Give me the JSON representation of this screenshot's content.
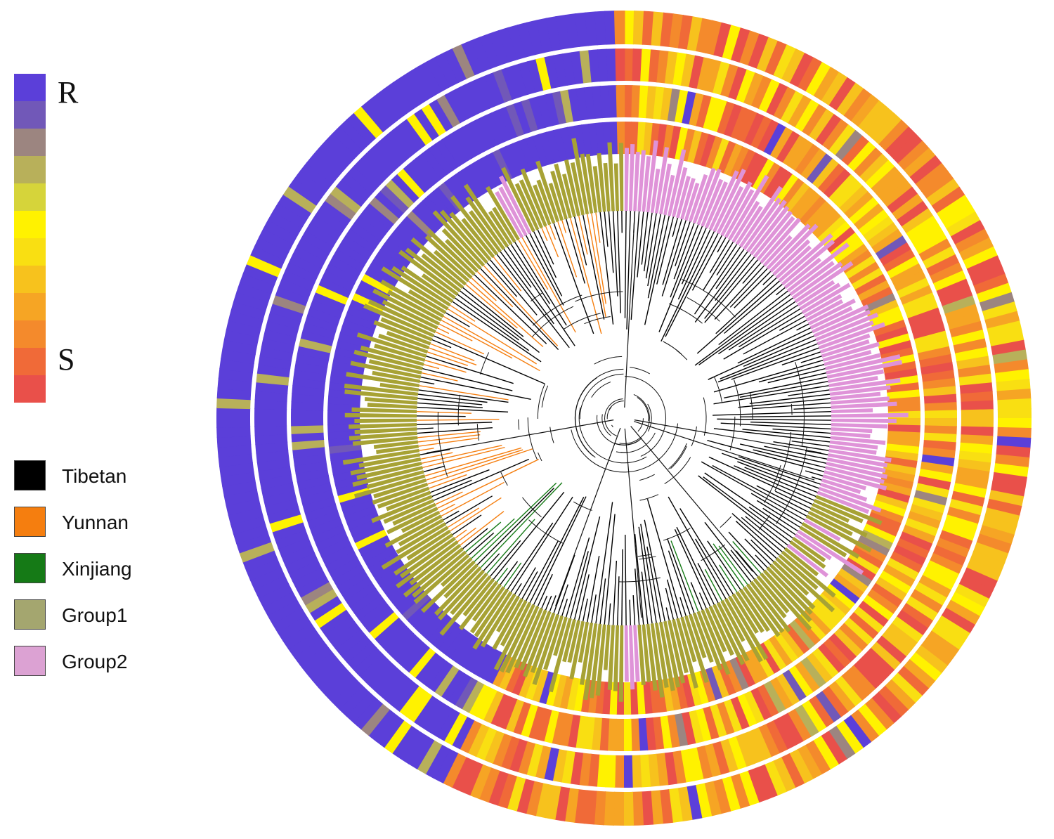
{
  "scale": {
    "top_label": "R",
    "bottom_label": "S",
    "colors": [
      "#5b3fd9",
      "#7158b8",
      "#9c8580",
      "#b8b05a",
      "#d6d43a",
      "#fff200",
      "#f9df12",
      "#f7c21d",
      "#f6a524",
      "#f48a2c",
      "#f06a38",
      "#e9504a"
    ]
  },
  "legend": [
    {
      "label": "Tibetan",
      "color": "#000000"
    },
    {
      "label": "Yunnan",
      "color": "#f57e0f"
    },
    {
      "label": "Xinjiang",
      "color": "#157a16"
    },
    {
      "label": "Group1",
      "color": "#a4a66f"
    },
    {
      "label": "Group2",
      "color": "#dca2d3"
    }
  ],
  "colors": {
    "Tibetan": "#000000",
    "Yunnan": "#f57e0f",
    "Xinjiang": "#157a16",
    "Group1_bar": "#a7a235",
    "Group2_bar": "#df93d8"
  }
}
